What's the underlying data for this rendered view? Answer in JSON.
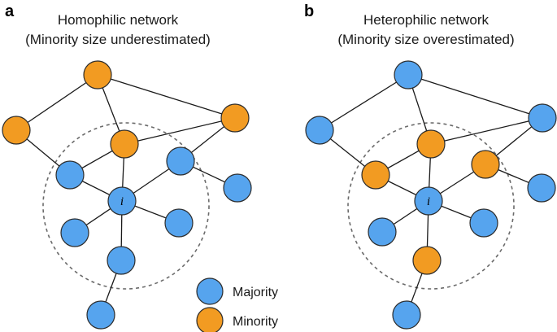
{
  "panels": [
    {
      "letter": "a",
      "title_line1": "Homophilic network",
      "title_line2": "(Minority size underestimated)",
      "ego_label": "i"
    },
    {
      "letter": "b",
      "title_line1": "Heterophilic network",
      "title_line2": "(Minority size overestimated)",
      "ego_label": "i"
    }
  ],
  "legend": {
    "majority_label": "Majority",
    "minority_label": "Minority"
  },
  "colors": {
    "majority": "#56a4ee",
    "minority": "#f29b22"
  }
}
